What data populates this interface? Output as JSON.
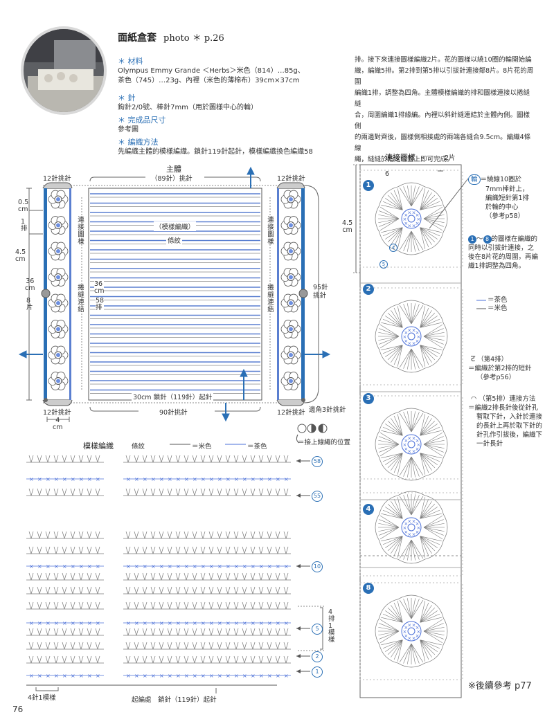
{
  "header": {
    "title": "面紙盒套",
    "photo_ref": "photo ＊ p.26"
  },
  "materials": {
    "heading": "材料",
    "line1": "Olympus Emmy Grande ＜Herbs＞米色（814）…85g、",
    "line2": "茶色（745）…23g、內裡（米色的薄棉布）39cm×37cm"
  },
  "needles": {
    "heading": "針",
    "line1": "鉤針2/0號、棒針7mm（用於圖樣中心的輪）"
  },
  "size": {
    "heading": "完成品尺寸",
    "line1": "參考圖"
  },
  "method": {
    "heading": "編織方法",
    "line1": "先編織主體的模樣編織。鎖針119針起針，模樣編織換色編織58",
    "cont1": "排。接下來連接圖樣編織2片。花的圖樣以繞10圈的輪開始編",
    "cont2": "織，編織5排。第2排到第5排以引拔針連接鄰8片。8片花的周圍",
    "cont3": "編織1排，調整為四角。主體模樣編織的排和圖樣連接以捲縫縫",
    "cont4": "合，周圍編織1排緣編。內裡以斜針縫連結於主體內側。圖樣側",
    "cont5": "的兩邊對齊後，圖樣側相接處的兩端各縫合9.5cm。編織4條線",
    "cont6": "繩，縫縫於指定位置上即可完成。"
  },
  "main_diagram": {
    "title": "主體",
    "top_label": "（89針）挑針",
    "left_stitch_top": "12針挑針",
    "right_stitch_top": "12針挑針",
    "left_stitch_bottom": "12針挑針",
    "right_stitch_bottom": "12針挑針",
    "width_4cm": "4\ncm",
    "dim_05": "0.5\ncm",
    "dim_1row": "1\n排",
    "dim_45": "4.5\ncm",
    "dim_36": "36\ncm",
    "dim_8": "8\n片",
    "joined_motif_left": "連接圖樣",
    "joined_motif_right": "連接圖樣",
    "whip_left": "捲縫連結",
    "whip_right": "捲縫連結",
    "pattern": "（模樣編織）",
    "stripe": "條紋",
    "center_36": "36\ncm",
    "center_58": "58\n排",
    "right_95": "95針\n挑針",
    "bottom_chain": "30cm 鎖針（119針）起針",
    "bottom_pick": "90針挑針",
    "corner": "邊角3針挑針",
    "cord_note": "＝接上線繩的位置"
  },
  "stitch_chart": {
    "title": "模樣編織",
    "legend_stripe": "條紋",
    "legend_beige": "＝米色",
    "legend_brown": "＝茶色",
    "rows": [
      "58",
      "55",
      "10",
      "5",
      "2",
      "1"
    ],
    "repeat_4rows": "4\n排\n1\n模\n樣",
    "bottom_repeat": "4針1模樣",
    "bottom_start": "起編處　鎖針（119針）起針"
  },
  "motif": {
    "title": "連接圖樣",
    "count": "2片",
    "height": "4.5\ncm",
    "pieces": [
      "1",
      "2",
      "3",
      "4",
      "8"
    ],
    "ring_label": "輪",
    "ring_note1": "＝繞線10圈於",
    "ring_note2": "7mm棒針上，",
    "ring_note3": "編織短針第1排",
    "ring_note4": "於輪的中心",
    "ring_note5": "（參考p58）",
    "join_note1": "～",
    "join_note2": "的圖樣在編織的",
    "join_note3": "同時以引拔針連接，之",
    "join_note4": "後在8片花的周圍，再編",
    "join_note5": "織1排調整為四角。",
    "legend_brown": "＝茶色",
    "legend_beige": "＝米色",
    "row4_label": "（第4排）",
    "row4_note1": "＝編織於第2排的短針",
    "row4_note2": "（參考p56）",
    "row5_label": "（第5排）連接方法",
    "row5_note1": "＝編織2排長針後從針孔",
    "row5_note2": "暫取下針，入針於連接",
    "row5_note3": "的長針上再於取下針的",
    "row5_note4": "針孔作引拔後，編織下",
    "row5_note5": "一針長針",
    "continued": "※後續參考 p77",
    "small_6": "6",
    "small_4": "4",
    "small_5": "5"
  },
  "page_number": "76",
  "colors": {
    "accent_blue": "#2a6fb5",
    "stripe_blue": "#5a7fd0",
    "line_gray": "#777777",
    "chart_blue": "#4a6fd8",
    "circle_fill": "#2a6fb5"
  }
}
